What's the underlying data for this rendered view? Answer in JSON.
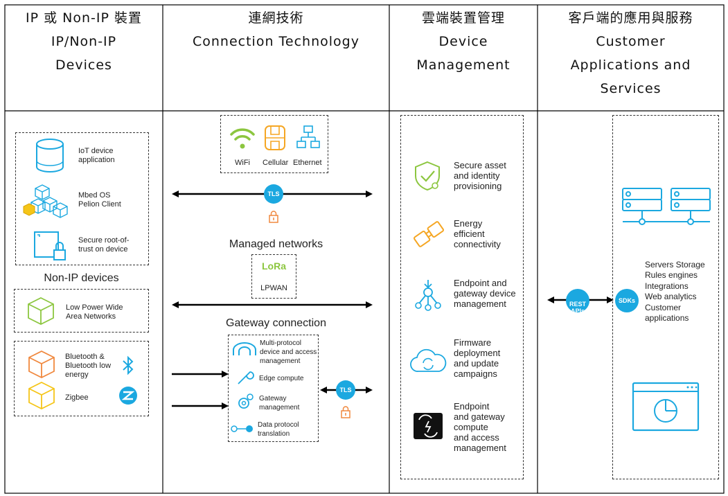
{
  "headers": {
    "col1": [
      "IP 或 Non-IP 裝置",
      "IP/Non-IP",
      "Devices"
    ],
    "col2": [
      "連網技術",
      "Connection Technology"
    ],
    "col3": [
      "雲端裝置管理",
      "Device",
      "Management"
    ],
    "col4": [
      "客戶端的應用與服務",
      "Customer",
      "Applications and",
      "Services"
    ]
  },
  "ip_devices": {
    "iot_app": "IoT device\napplication",
    "mbed": "Mbed OS\nPelion Client",
    "root_trust": "Secure root-of-\ntrust on device"
  },
  "non_ip": {
    "title": "Non-IP devices",
    "lpwan": "Low Power Wide\nArea Networks",
    "ble": "Bluetooth &\nBluetooth low\nenergy",
    "zigbee": "Zigbee"
  },
  "connection": {
    "wifi": "WiFi",
    "cellular": "Cellular",
    "ethernet": "Ethernet",
    "tls_top": "TLS",
    "managed": "Managed networks",
    "lora_logo": "LoRa",
    "lpwan": "LPWAN",
    "gateway": "Gateway connection",
    "multi": "Multi-protocol\ndevice and access\nmanagement",
    "edge": "Edge compute",
    "gw_mgmt": "Gateway\nmanagement",
    "data_proto": "Data protocol\ntranslation",
    "tls_bottom": "TLS"
  },
  "device_mgmt": {
    "item1": "Secure asset\nand identity\nprovisioning",
    "item2": "Energy\nefficient\nconnectivity",
    "item3": "Endpoint and\ngateway device\nmanagement",
    "item4": "Firmware\ndeployment\nand update\ncampaigns",
    "item5": "Endpoint\nand gateway\ncompute\nand access\nmanagement"
  },
  "customer": {
    "rest": "REST\nAPIs",
    "sdk": "SDKs",
    "services": "Servers Storage\nRules engines\nIntegrations\nWeb analytics\nCustomer\napplications"
  },
  "colors": {
    "blue": "#1ba8e0",
    "green": "#8cc63f",
    "orange": "#f5a623",
    "orange_red": "#f0883e",
    "border": "#333333"
  }
}
